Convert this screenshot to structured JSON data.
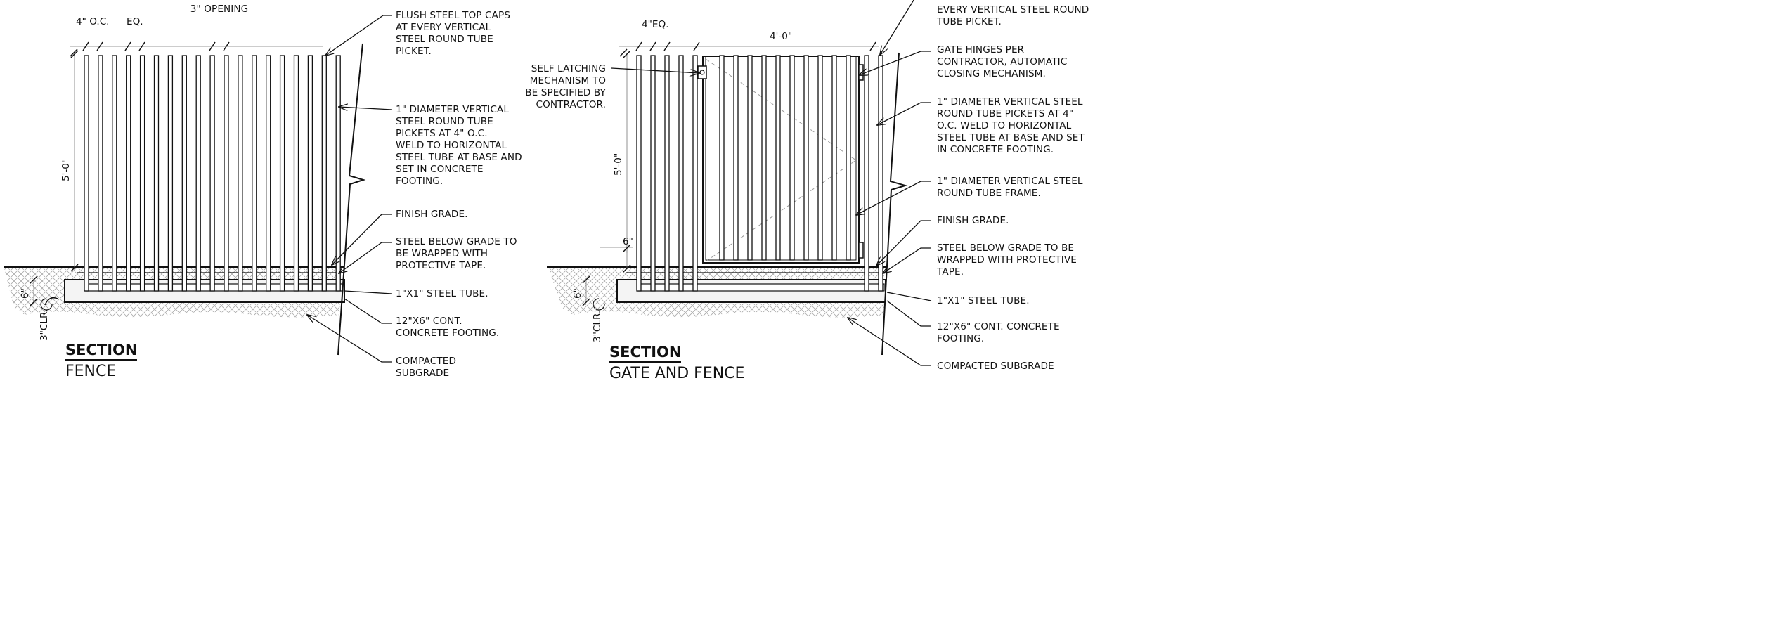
{
  "fence_section": {
    "title": "SECTION",
    "subtitle": "FENCE",
    "dims": {
      "oc": "4\" O.C.",
      "eq": "EQ.",
      "opening": "3\"\nOPENING",
      "height": "5'-0\"",
      "footing_depth": "6\"",
      "clear": "3\"CLR."
    },
    "notes": {
      "top_caps": "FLUSH STEEL TOP CAPS\nAT EVERY VERTICAL\nSTEEL ROUND TUBE\nPICKET.",
      "pickets": "1\" DIAMETER VERTICAL\nSTEEL ROUND TUBE\nPICKETS AT 4\" O.C.\nWELD TO HORIZONTAL\nSTEEL TUBE AT BASE AND\nSET IN CONCRETE\nFOOTING.",
      "finish_grade": "FINISH GRADE.",
      "protective_tape": "STEEL BELOW GRADE TO\nBE WRAPPED WITH\nPROTECTIVE TAPE.",
      "steel_tube": "1\"X1\" STEEL TUBE.",
      "footing": "12\"X6\" CONT.\nCONCRETE FOOTING.",
      "subgrade": "COMPACTED\nSUBGRADE"
    }
  },
  "gate_section": {
    "title": "SECTION",
    "subtitle": "GATE AND FENCE",
    "dims": {
      "eq": "4\"EQ.",
      "gate_width": "4'-0\"",
      "height": "5'-0\"",
      "above_grade": "6\"",
      "footing_depth": "6\"",
      "clear": "3\"CLR."
    },
    "notes": {
      "latch": "SELF LATCHING\nMECHANISM TO\nBE SPECIFIED BY\nCONTRACTOR.",
      "top_caps": "EVERY VERTICAL STEEL ROUND\nTUBE PICKET.",
      "hinges": "GATE HINGES PER\nCONTRACTOR, AUTOMATIC\nCLOSING MECHANISM.",
      "pickets": "1\" DIAMETER VERTICAL STEEL\nROUND TUBE PICKETS AT 4\"\nO.C. WELD TO HORIZONTAL\nSTEEL TUBE AT BASE AND SET\nIN CONCRETE FOOTING.",
      "frame": "1\" DIAMETER VERTICAL STEEL\nROUND TUBE FRAME.",
      "finish_grade": "FINISH GRADE.",
      "protective_tape": "STEEL BELOW GRADE TO BE\nWRAPPED WITH PROTECTIVE\nTAPE.",
      "steel_tube": "1\"X1\" STEEL TUBE.",
      "footing": "12\"X6\" CONT. CONCRETE\nFOOTING.",
      "subgrade": "COMPACTED SUBGRADE"
    }
  }
}
